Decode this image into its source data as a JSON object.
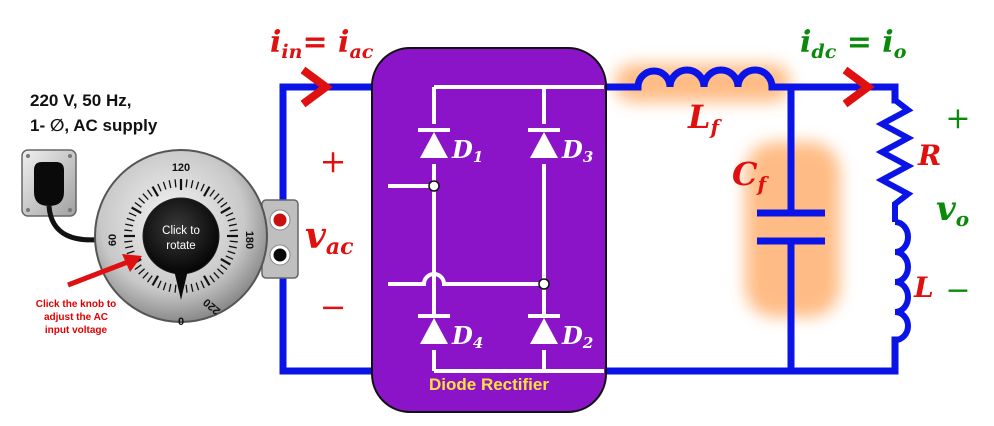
{
  "supply": {
    "line1": "220 V, 50 Hz,",
    "line2": "1- ∅, AC supply"
  },
  "knob": {
    "label_line1": "Click to",
    "label_line2": "rotate",
    "scale": [
      "120",
      "60",
      "180",
      "0",
      "220"
    ],
    "hint_line1": "Click the knob to",
    "hint_line2": "adjust the AC",
    "hint_line3": "input voltage"
  },
  "input_current": {
    "main": "i",
    "sub": "in",
    "eq": "= ",
    "main2": "i",
    "sub2": "ac"
  },
  "output_current": {
    "main": "i",
    "sub": "dc",
    "eq": " = ",
    "main2": "i",
    "sub2": "o"
  },
  "ac_voltage": {
    "main": "v",
    "sub": "ac",
    "plus": "+",
    "minus": "−"
  },
  "rectifier": {
    "title": "Diode Rectifier",
    "diodes": [
      {
        "letter": "D",
        "num": "1"
      },
      {
        "letter": "D",
        "num": "3"
      },
      {
        "letter": "D",
        "num": "4"
      },
      {
        "letter": "D",
        "num": "2"
      }
    ]
  },
  "filter": {
    "inductor": {
      "letter": "L",
      "sub": "f"
    },
    "capacitor": {
      "letter": "C",
      "sub": "f"
    }
  },
  "load": {
    "resistor": "R",
    "inductor": "L",
    "voltage": {
      "main": "v",
      "sub": "o"
    },
    "plus": "+",
    "minus": "−"
  },
  "colors": {
    "wire": "#0a14e6",
    "rectifier": "#8b14c8",
    "red_label": "#e01010",
    "green_label": "#0a8a0a",
    "glow": "#ffb070",
    "title": "#ffe23a"
  }
}
